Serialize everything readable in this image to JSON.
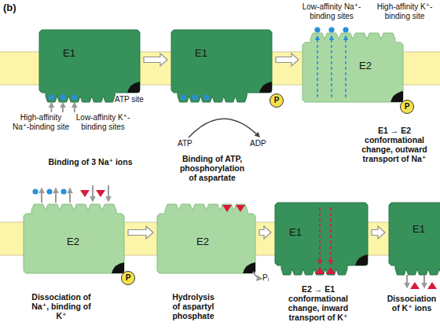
{
  "diagram": {
    "nodes": [
      {
        "text": [
          "E1"
        ]
      },
      {
        "text": [
          "E1"
        ]
      },
      {
        "text": [
          "P"
        ]
      },
      {
        "text": [
          "E2"
        ]
      },
      {
        "text": [
          "P"
        ]
      },
      {
        "text": [
          "E2"
        ]
      },
      {
        "text": [
          "P"
        ]
      },
      {
        "text": [
          "E2"
        ]
      },
      {
        "text": [
          "E1"
        ]
      },
      {
        "text": [
          "E1"
        ]
      }
    ],
    "edges": [
      {
        "from": 0,
        "to": 1,
        "arrow": "to"
      },
      {
        "from": 1,
        "to": 3,
        "arrow": "to"
      },
      {
        "from": 5,
        "to": 7,
        "arrow": "to"
      },
      {
        "from": 7,
        "to": 8,
        "arrow": "to"
      },
      {
        "from": 8,
        "to": 9,
        "arrow": "to"
      }
    ],
    "labels": [
      "(b)",
      "High-affinity Na⁺-binding site",
      "Low-affinity K⁺-binding sites",
      "ATP site",
      "Binding of 3 Na⁺ ions",
      "ATP",
      "ADP",
      "Binding of ATP, phosphorylation of aspartate",
      "Low-affinity Na⁺-binding sites",
      "High-affinity K⁺-binding site",
      "E1 → E2 conformational change, outward transport of Na⁺",
      "Dissociation of Na⁺, binding of K⁺",
      "Pᵢ",
      "Hydrolysis of aspartyl phosphate",
      "E2 → E1 conformational change, inward transport of K⁺",
      "Dissociation of K⁺ ions"
    ]
  }
}
